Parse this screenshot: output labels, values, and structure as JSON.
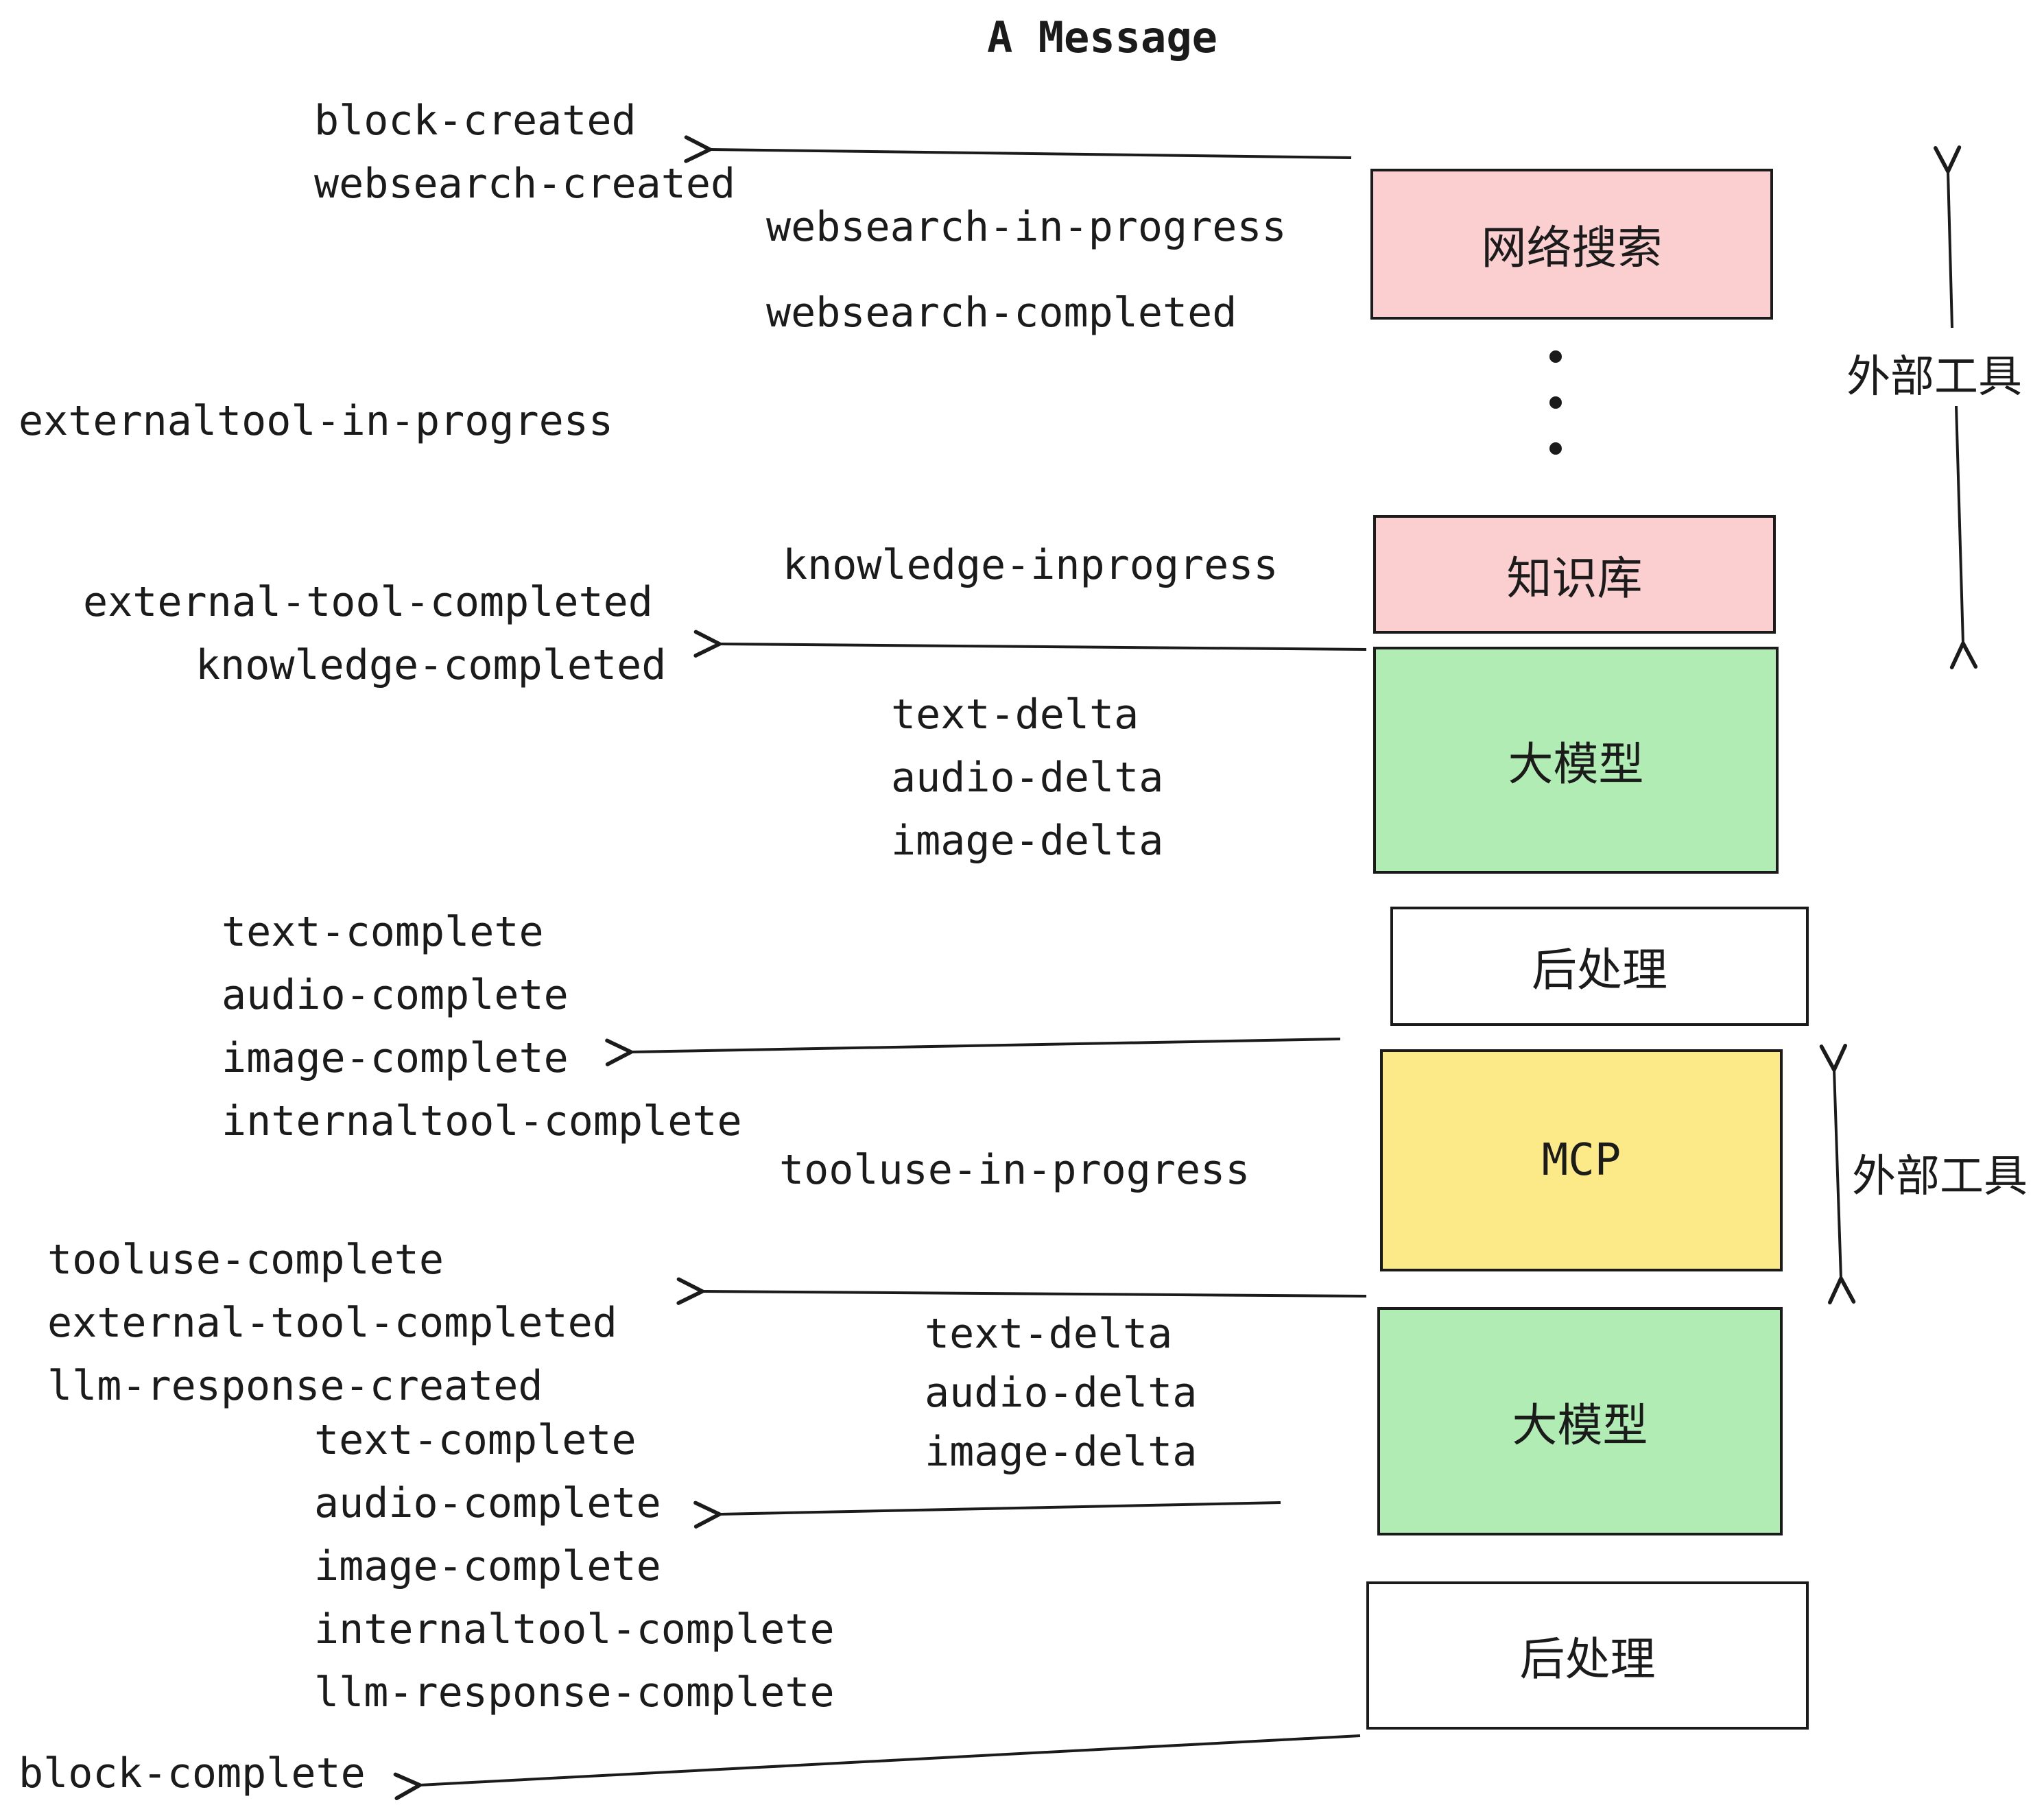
{
  "title": "A Message",
  "labels": {
    "block_created": "block-created",
    "websearch_created": "websearch-created",
    "websearch_in_progress": "websearch-in-progress",
    "websearch_completed": "websearch-completed",
    "externaltool_in_progress": "externaltool-in-progress",
    "knowledge_inprogress": "knowledge-inprogress",
    "external_tool_completed": "external-tool-completed",
    "knowledge_completed": "knowledge-completed",
    "delta_group_1": [
      "text-delta",
      "audio-delta",
      "image-delta"
    ],
    "complete_group_1": [
      "text-complete",
      "audio-complete",
      "image-complete",
      "internaltool-complete"
    ],
    "tooluse_in_progress": "tooluse-in-progress",
    "tooluse_group": [
      "tooluse-complete",
      "external-tool-completed",
      "llm-response-created"
    ],
    "delta_group_2": [
      "text-delta",
      "audio-delta",
      "image-delta"
    ],
    "complete_group_2": [
      "text-complete",
      "audio-complete",
      "image-complete",
      "internaltool-complete",
      "llm-response-complete"
    ],
    "block_complete": "block-complete"
  },
  "boxes": [
    {
      "label": "网络搜索",
      "color": "#fbcfcf"
    },
    {
      "label": "知识库",
      "color": "#fbcfcf"
    },
    {
      "label": "大模型",
      "color": "#b1ecb5"
    },
    {
      "label": "后处理",
      "color": "#ffffff"
    },
    {
      "label": "MCP",
      "color": "#fce988"
    },
    {
      "label": "大模型",
      "color": "#b1ecb5"
    },
    {
      "label": "后处理",
      "color": "#ffffff"
    }
  ],
  "annotations": {
    "external_tools_top": "外部工具",
    "external_tools_bottom": "外部工具"
  },
  "colors": {
    "pink": "#fbcfcf",
    "green": "#b1ecb5",
    "yellow": "#fce988",
    "stroke": "#1b1b1b",
    "background": "#ffffff"
  }
}
